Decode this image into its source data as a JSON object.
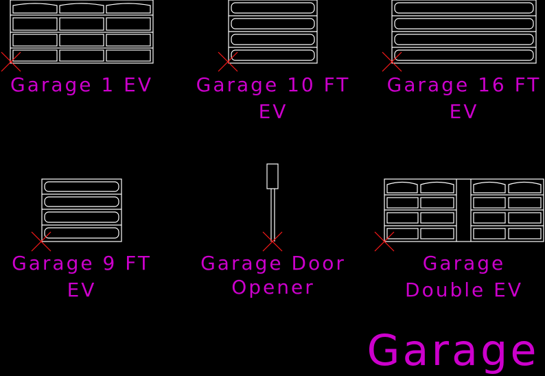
{
  "title": "Garage",
  "blocks": [
    {
      "id": "garage-1-ev",
      "lines": [
        "Garage 1 EV"
      ]
    },
    {
      "id": "garage-10ft-ev",
      "lines": [
        "Garage 10 FT",
        "EV"
      ]
    },
    {
      "id": "garage-16ft-ev",
      "lines": [
        "Garage 16 FT",
        "EV"
      ]
    },
    {
      "id": "garage-9ft-ev",
      "lines": [
        "Garage 9 FT",
        "EV"
      ]
    },
    {
      "id": "garage-door-opener",
      "lines": [
        "Garage Door",
        "Opener"
      ]
    },
    {
      "id": "garage-double-ev",
      "lines": [
        "Garage",
        "Double EV"
      ]
    }
  ],
  "colors": {
    "background": "#000000",
    "text": "#cc00cc",
    "lines": "#ffffff",
    "insertion_mark": "#ff1a1a"
  }
}
